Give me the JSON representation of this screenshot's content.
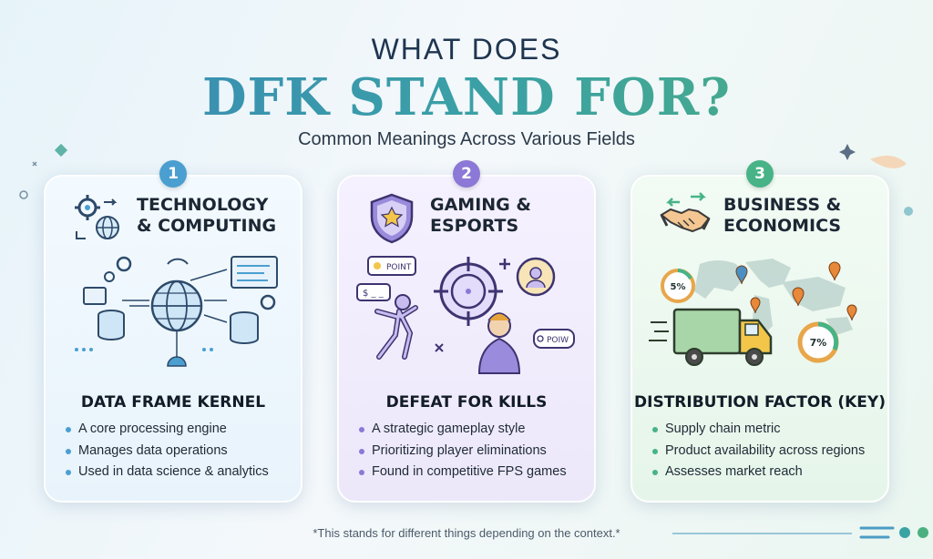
{
  "header": {
    "title_top": "WHAT DOES",
    "title_main": "DFK STAND FOR?",
    "subtitle": "Common Meanings Across Various Fields"
  },
  "cards": [
    {
      "number": "1",
      "category_line1": "TECHNOLOGY",
      "category_line2": "& COMPUTING",
      "icon": "gear-globe-icon",
      "term": "DATA FRAME KERNEL",
      "bullets": [
        "A core processing engine",
        "Manages data operations",
        "Used in data science & analytics"
      ],
      "accent": "#4a9fd0"
    },
    {
      "number": "2",
      "category_line1": "GAMING &",
      "category_line2": "ESPORTS",
      "icon": "shield-star-icon",
      "term": "DEFEAT FOR KILLS",
      "bullets": [
        "A strategic gameplay style",
        "Prioritizing player eliminations",
        "Found in competitive FPS games"
      ],
      "accent": "#8c78d6",
      "illustration_labels": [
        "POINT",
        "$ _ _",
        "POIW"
      ]
    },
    {
      "number": "3",
      "category_line1": "BUSINESS &",
      "category_line2": "ECONOMICS",
      "icon": "handshake-icon",
      "term": "DISTRIBUTION FACTOR (KEY)",
      "bullets": [
        "Supply chain metric",
        "Product availability across regions",
        "Assesses market reach"
      ],
      "accent": "#47b386",
      "illustration_labels": [
        "5%",
        "7%"
      ]
    }
  ],
  "footnote": "*This stands for different things depending on the context.*"
}
